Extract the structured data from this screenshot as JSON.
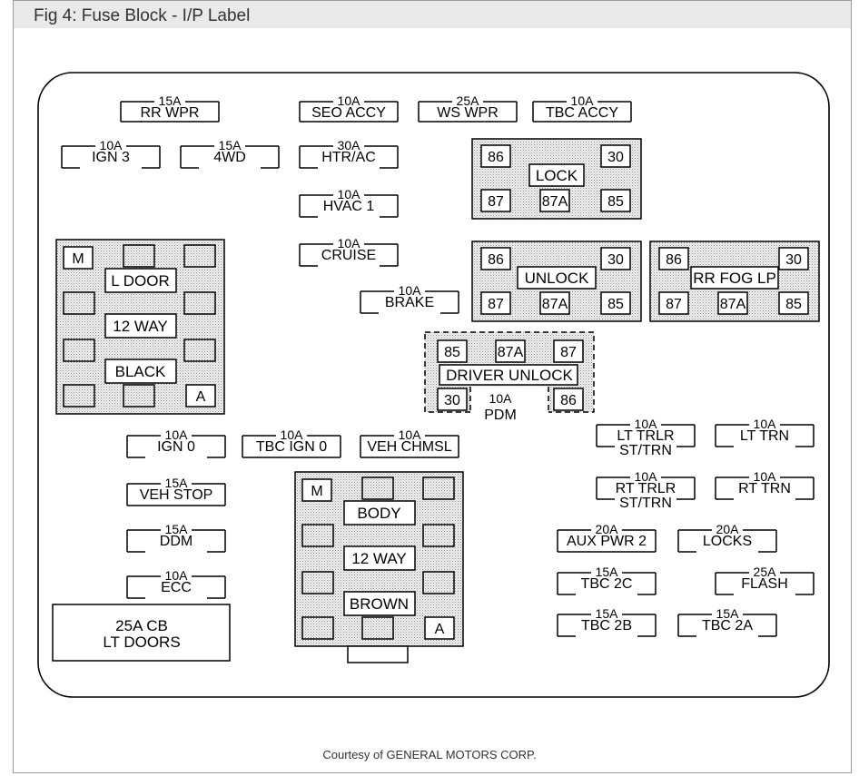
{
  "title": "Fig 4: Fuse Block - I/P Label",
  "credit": "Courtesy of GENERAL MOTORS CORP.",
  "fuses": [
    {
      "id": "rr-wpr",
      "amp": "15A",
      "name": "RR WPR"
    },
    {
      "id": "seo-accy",
      "amp": "10A",
      "name": "SEO ACCY"
    },
    {
      "id": "ws-wpr",
      "amp": "25A",
      "name": "WS WPR"
    },
    {
      "id": "tbc-accy",
      "amp": "10A",
      "name": "TBC ACCY"
    },
    {
      "id": "ign-3",
      "amp": "10A",
      "name": "IGN 3"
    },
    {
      "id": "4wd",
      "amp": "15A",
      "name": "4WD"
    },
    {
      "id": "htr-ac",
      "amp": "30A",
      "name": "HTR/AC"
    },
    {
      "id": "hvac-1",
      "amp": "10A",
      "name": "HVAC 1"
    },
    {
      "id": "cruise",
      "amp": "10A",
      "name": "CRUISE"
    },
    {
      "id": "brake",
      "amp": "10A",
      "name": "BRAKE"
    },
    {
      "id": "ign-0",
      "amp": "10A",
      "name": "IGN 0"
    },
    {
      "id": "tbc-ign-0",
      "amp": "10A",
      "name": "TBC IGN 0"
    },
    {
      "id": "veh-chmsl",
      "amp": "10A",
      "name": "VEH CHMSL"
    },
    {
      "id": "veh-stop",
      "amp": "15A",
      "name": "VEH STOP"
    },
    {
      "id": "ddm",
      "amp": "15A",
      "name": "DDM"
    },
    {
      "id": "ecc",
      "amp": "10A",
      "name": "ECC"
    },
    {
      "id": "lt-trlr",
      "amp": "10A",
      "name": "LT TRLR",
      "name2": "ST/TRN"
    },
    {
      "id": "lt-trn",
      "amp": "10A",
      "name": "LT TRN"
    },
    {
      "id": "rt-trlr",
      "amp": "10A",
      "name": "RT TRLR",
      "name2": "ST/TRN"
    },
    {
      "id": "rt-trn",
      "amp": "10A",
      "name": "RT TRN"
    },
    {
      "id": "aux-pwr-2",
      "amp": "20A",
      "name": "AUX PWR 2"
    },
    {
      "id": "locks",
      "amp": "20A",
      "name": "LOCKS"
    },
    {
      "id": "tbc-2c",
      "amp": "15A",
      "name": "TBC 2C"
    },
    {
      "id": "flash",
      "amp": "25A",
      "name": "FLASH"
    },
    {
      "id": "tbc-2b",
      "amp": "15A",
      "name": "TBC 2B"
    },
    {
      "id": "tbc-2a",
      "amp": "15A",
      "name": "TBC 2A"
    }
  ],
  "relays": [
    {
      "id": "lock",
      "name": "LOCK",
      "pins": [
        "86",
        "30",
        "87",
        "87A",
        "85"
      ]
    },
    {
      "id": "unlock",
      "name": "UNLOCK",
      "pins": [
        "86",
        "30",
        "87",
        "87A",
        "85"
      ]
    },
    {
      "id": "rr-fog-lp",
      "name": "RR FOG LP",
      "pins": [
        "86",
        "30",
        "87",
        "87A",
        "85"
      ]
    }
  ],
  "driver_unlock": {
    "name": "DRIVER UNLOCK",
    "pins": [
      "85",
      "87A",
      "87",
      "30",
      "86"
    ],
    "pdm_amp": "10A",
    "pdm_name": "PDM"
  },
  "connectors": [
    {
      "id": "l-door",
      "corner_top": "M",
      "corner_bottom": "A",
      "lines": [
        "L DOOR",
        "12 WAY",
        "BLACK"
      ]
    },
    {
      "id": "body",
      "corner_top": "M",
      "corner_bottom": "A",
      "lines": [
        "BODY",
        "12 WAY",
        "BROWN"
      ]
    }
  ],
  "circuit_breaker": {
    "line1": "25A CB",
    "line2": "LT DOORS"
  }
}
